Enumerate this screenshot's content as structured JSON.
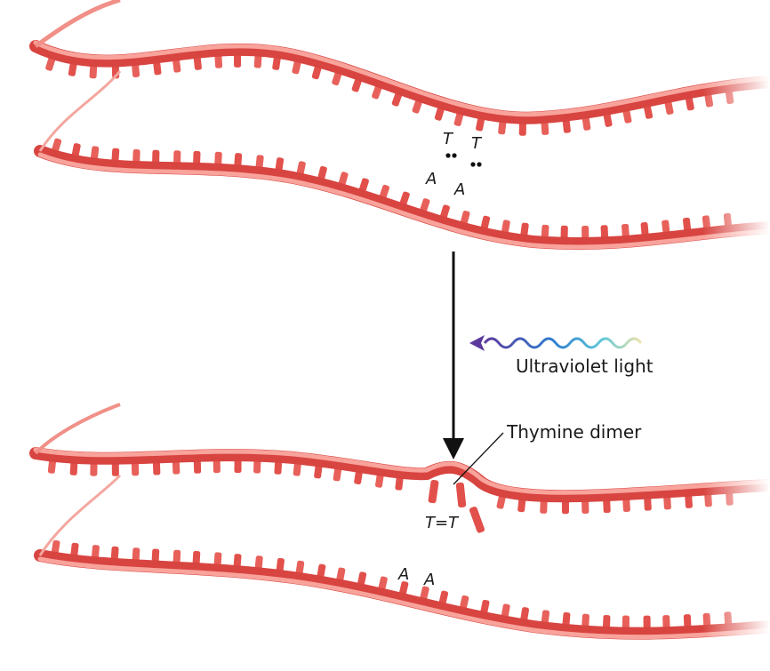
{
  "before": {
    "base_top_1": "T",
    "base_top_2": "T",
    "base_bottom_1": "A",
    "base_bottom_2": "A"
  },
  "after": {
    "dimer_label": "T=T",
    "base_bottom_1": "A",
    "base_bottom_2": "A"
  },
  "uv": {
    "label": "Ultraviolet light"
  },
  "dimer": {
    "callout": "Thymine dimer"
  },
  "colors": {
    "strand_light": "#f7a49c",
    "strand_mid": "#ef6a64",
    "strand_dark": "#d8433f",
    "strand_edge": "#b8302e",
    "arrow": "#111111",
    "uv_violet": "#5b3a9c",
    "uv_blue": "#2f7fd1",
    "uv_cyan": "#5fc7d8",
    "uv_pale": "#e8dfa0"
  }
}
